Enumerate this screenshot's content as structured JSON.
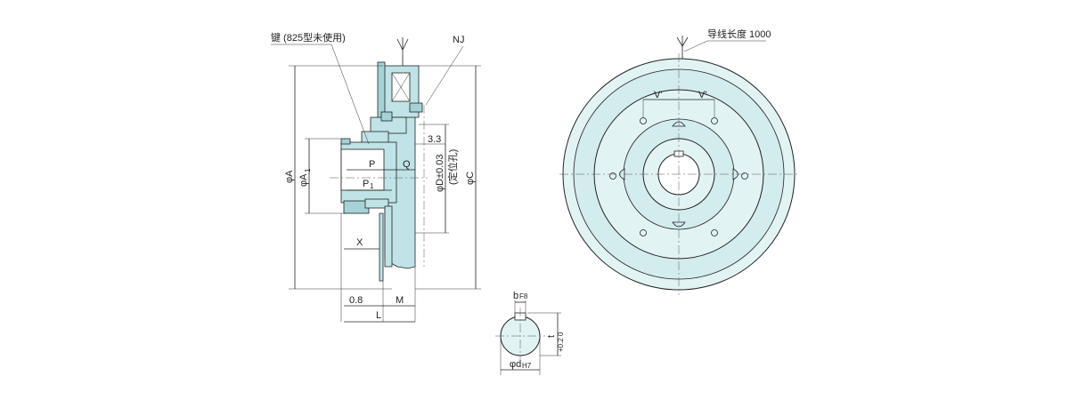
{
  "labels": {
    "key_note": "键 (825型未使用)",
    "nj": "NJ",
    "lead_wire": "导线长度 1000",
    "dim_33": "3.3",
    "dim_p": "P",
    "dim_q": "Q",
    "dim_p1": "P",
    "dim_p1_sub": "1",
    "dim_phiA": "φA",
    "dim_phiA1": "φA",
    "dim_phiA1_sub": "1",
    "dim_phiD": "φD±0.03",
    "dim_locating": "(定位孔)",
    "dim_phiC": "φC",
    "dim_x": "X",
    "dim_08": "0.8",
    "dim_m": "M",
    "dim_l": "L",
    "dim_v_left": "V'",
    "dim_v_right": "V'",
    "dim_b": "b",
    "dim_b_sub": "F8",
    "dim_t": "t",
    "dim_t_tol": "+0.2 0",
    "dim_phid": "φd",
    "dim_phid_sub": "H7"
  },
  "colors": {
    "part_fill": "#bfe3e6",
    "face_fill": "#e2f3f4",
    "line": "#222222"
  }
}
